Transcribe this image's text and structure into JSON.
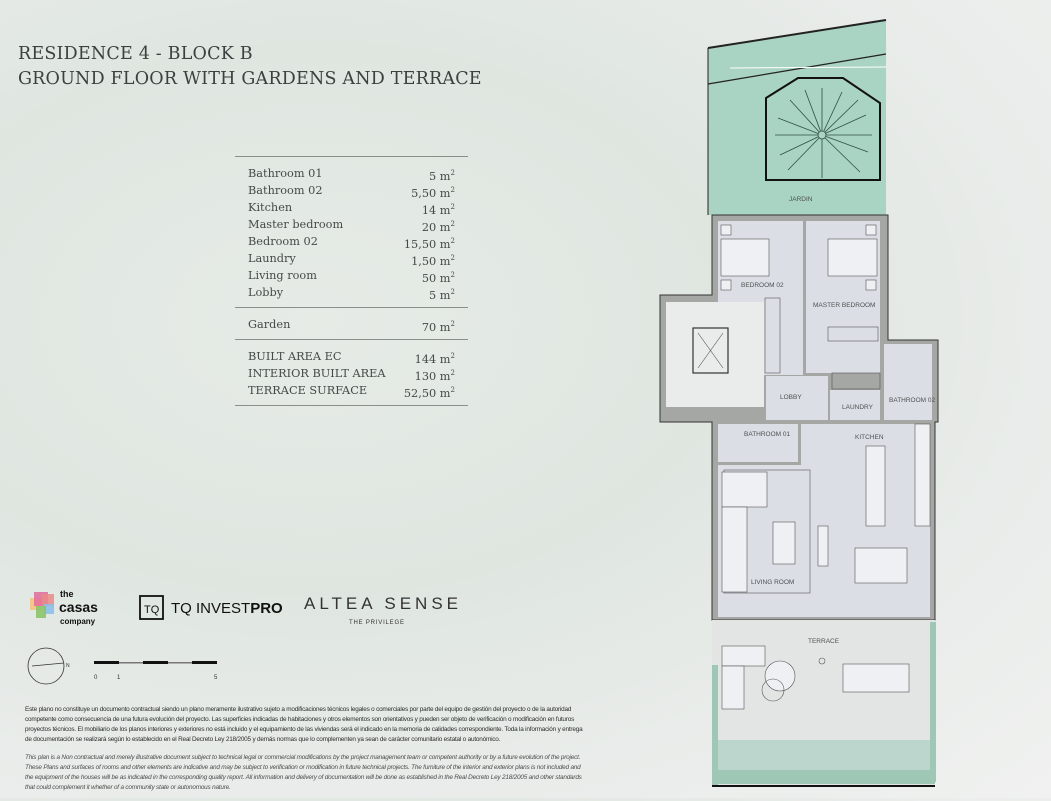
{
  "title": {
    "line1": "RESIDENCE 4 - BLOCK B",
    "line2": "GROUND FLOOR WITH GARDENS AND TERRACE"
  },
  "areas": {
    "rooms": [
      {
        "name": "Bathroom 01",
        "value": "5 m",
        "unit_sup": "2"
      },
      {
        "name": "Bathroom 02",
        "value": "5,50 m",
        "unit_sup": "2"
      },
      {
        "name": "Kitchen",
        "value": "14 m",
        "unit_sup": "2"
      },
      {
        "name": "Master bedroom",
        "value": "20 m",
        "unit_sup": "2"
      },
      {
        "name": "Bedroom 02",
        "value": "15,50 m",
        "unit_sup": "2"
      },
      {
        "name": "Laundry",
        "value": "1,50 m",
        "unit_sup": "2"
      },
      {
        "name": "Living room",
        "value": "50 m",
        "unit_sup": "2"
      },
      {
        "name": "Lobby",
        "value": "5 m",
        "unit_sup": "2"
      }
    ],
    "garden": [
      {
        "name": "Garden",
        "value": "70 m",
        "unit_sup": "2"
      }
    ],
    "totals": [
      {
        "name": "BUILT AREA EC",
        "value": "144 m",
        "unit_sup": "2"
      },
      {
        "name": "INTERIOR BUILT AREA",
        "value": "130 m",
        "unit_sup": "2"
      },
      {
        "name": "TERRACE SURFACE",
        "value": "52,50 m",
        "unit_sup": "2"
      }
    ]
  },
  "logos": {
    "casas": {
      "the": "the",
      "casas": "casas",
      "company": "company"
    },
    "tq": {
      "mark": "TQ",
      "text": "TQ INVEST",
      "bold": "PRO"
    },
    "altea": {
      "name": "ALTEA SENSE",
      "tagline": "THE PRIVILEGE"
    }
  },
  "compass": {
    "north": "N"
  },
  "scale": {
    "tick_0": "0",
    "tick_1": "1",
    "tick_5": "5"
  },
  "plan_labels": {
    "garden": "JARDIN",
    "bedroom02": "BEDROOM 02",
    "master": "MASTER BEDROOM",
    "lobby": "LOBBY",
    "laundry": "LAUNDRY",
    "bathroom02": "BATHROOM 02",
    "bathroom01": "BATHROOM 01",
    "kitchen": "KITCHEN",
    "living": "LIVING ROOM",
    "terrace": "TERRACE"
  },
  "disclaimer": {
    "es": "Este plano no constituye un documento contractual siendo un plano meramente ilustrativo sujeto a modificaciones técnicos legales o comerciales por parte del equipo de gestión del proyecto o de la autoridad competente como consecuencia de una futura evolución del proyecto. Las superficies indicadas de habitaciones y otros elementos son orientativos y pueden ser objeto de verificación o modificación en futuros proyectos técnicos. El mobiliario de los planos interiores y exteriores no está incluido y el equipamiento de las viviendas será el indicado en la memoria de calidades correspondiente. Toda la información y entrega de documentación se realizará según lo establecido en el Real Decreto Ley 218/2005 y demás normas que lo complementen ya sean de carácter comunitario estatal o autonómico.",
    "en": "This plan is a Non contractual and merely illustrative document subject to technical legal or commercial modifications by the project management team or competent authority or by a future evolution of the project. These Plans and surfaces of rooms and other elements are indicative and may be subject to verification or modification in future technical projects. The furniture of the interior and exterior plans is not included and the equipment of the houses will be as indicated in the corresponding quality report. All information and delivery of documentation will be done as established in the Real Decreto Ley 218/2005 and other standards that could complement it whether of a community state or autonomous nature."
  },
  "colors": {
    "garden": "#a9d3c3",
    "interior": "#dcdee6",
    "terrace": "#e3e5e4",
    "wall": "#9a9d9a"
  }
}
